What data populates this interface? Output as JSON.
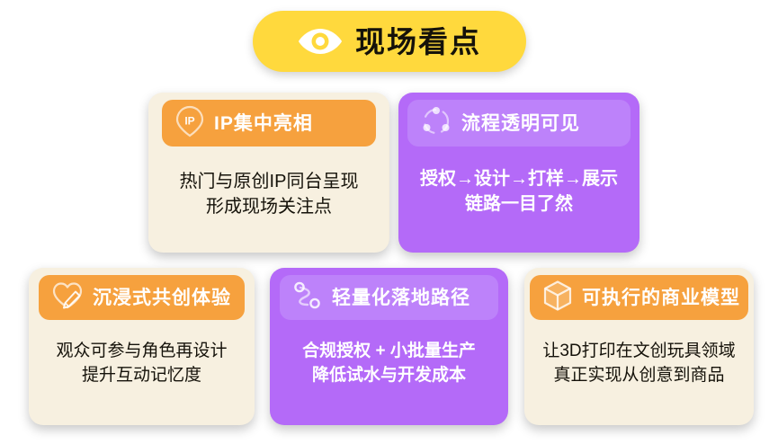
{
  "header": {
    "title": "现场看点",
    "icon": "eye-icon",
    "background_color": "#ffd93d",
    "text_color": "#15120a"
  },
  "theme": {
    "page_background": "#ffffff",
    "cream_card_background": "#f7f0e0",
    "orange_header_background": "#f6a13e",
    "purple_card_background": "#b46af8",
    "purple_header_background": "#bd82fa",
    "body_text_dark": "#15120a",
    "body_text_light": "#ffffff"
  },
  "cards": [
    {
      "id": "ip",
      "style": "cream",
      "icon": "ip-location-pin-icon",
      "title": "IP集中亮相",
      "body": "热门与原创IP同台呈现\n形成现场关注点"
    },
    {
      "id": "process",
      "style": "purple",
      "icon": "process-cycle-icon",
      "title": "流程透明可见",
      "body": "授权→设计→打样→展示\n链路一目了然"
    },
    {
      "id": "immersive",
      "style": "cream",
      "icon": "heart-pencil-icon",
      "title": "沉浸式共创体验",
      "body": "观众可参与角色再设计\n提升互动记忆度"
    },
    {
      "id": "path",
      "style": "purple",
      "icon": "node-path-icon",
      "title": "轻量化落地路径",
      "body": "合规授权 + 小批量生产\n降低试水与开发成本"
    },
    {
      "id": "business",
      "style": "cream",
      "icon": "cube-box-icon",
      "title": "可执行的商业模型",
      "body": "让3D打印在文创玩具领域\n真正实现从创意到商品"
    }
  ]
}
